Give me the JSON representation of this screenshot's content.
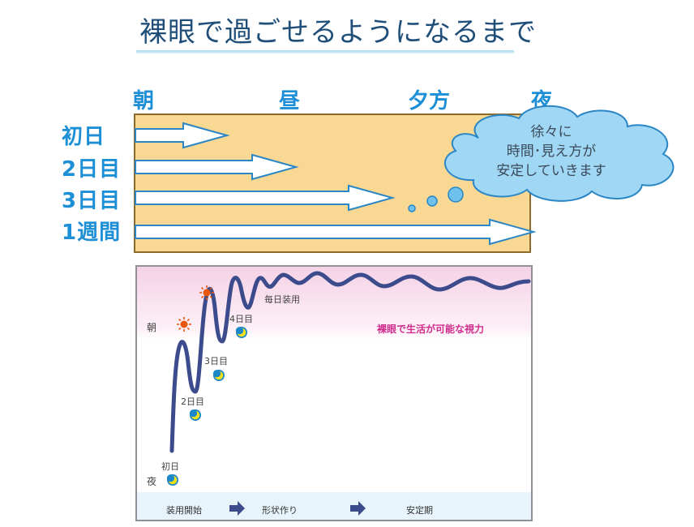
{
  "title": "裸眼で過ごせるようになるまで",
  "time_labels": [
    "朝",
    "昼",
    "夕方",
    "夜"
  ],
  "rows": [
    "初日",
    "2日目",
    "3日目",
    "1週間"
  ],
  "cloud_lines": [
    "徐々に",
    "時間･見え方が",
    "安定していきます"
  ],
  "graph": {
    "morning_label": "朝",
    "night_label": "夜",
    "day_labels": [
      "初日",
      "2日目",
      "3日目",
      "4日目"
    ],
    "daily_wear_label": "毎日装用",
    "vision_label": "裸眼で生活が可能な視力",
    "footer_stages": [
      "装用開始",
      "形状作り",
      "安定期"
    ]
  },
  "colors": {
    "title": "#1f4e79",
    "accent_blue": "#1c8fd6",
    "box_fill": "#f8d892",
    "cloud_fill": "#9fd7f5",
    "wave_line": "#3c4b8c",
    "vision_text": "#d02c8d",
    "sun_icon": "#e8570c",
    "moon_icon": "#f3e21b"
  }
}
